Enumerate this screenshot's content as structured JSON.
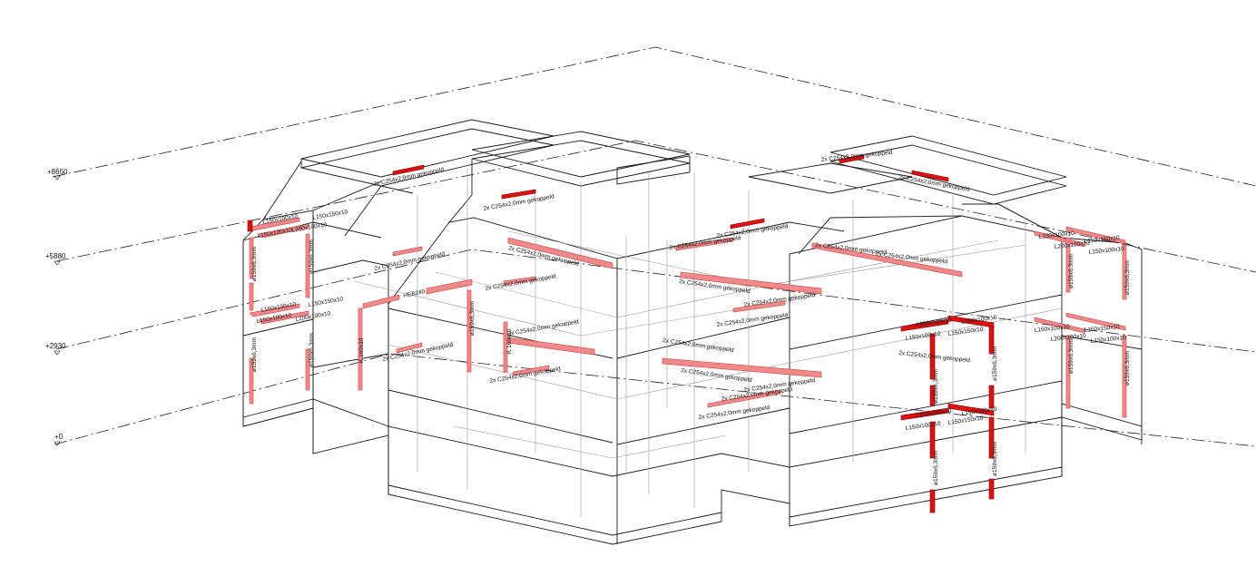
{
  "levels": [
    {
      "value": "+8650",
      "sub": ""
    },
    {
      "value": "+5880",
      "sub": ""
    },
    {
      "value": "+2930",
      "sub": ""
    },
    {
      "value": "+0",
      "sub": ""
    }
  ],
  "labels": {
    "c254": "2x C254x2,0mm gekoppeld",
    "l150_100": "L150x100x10",
    "l200_100": "L200x100x10",
    "l150_150": "L150x150x10",
    "col_159": "ø159x6,3mm",
    "heb": "HEB240",
    "k160": "K 160x10"
  },
  "colors": {
    "steel_light": "#f08a8a",
    "steel_dark": "#e01010",
    "linework": "#1a1a1a"
  }
}
